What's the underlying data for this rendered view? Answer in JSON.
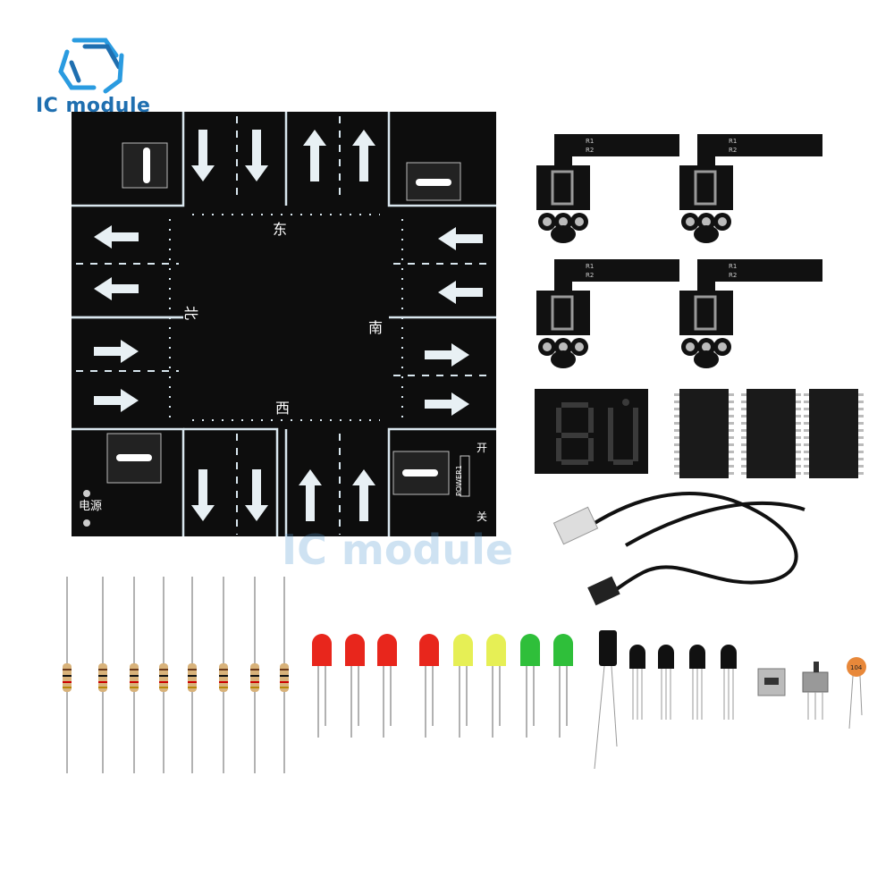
{
  "brand": {
    "logo_text": "IC module",
    "watermark_text": "IC module"
  },
  "board": {
    "direction_labels": {
      "north": "北",
      "east": "东",
      "south": "南",
      "west": "西"
    },
    "power_label": "电源",
    "switch_label": "POWER1",
    "switch_on": "开",
    "switch_off": "关"
  },
  "modules": {
    "resistor_labels": [
      "R1",
      "R2"
    ]
  },
  "parts": {
    "capacitor_code": "104",
    "led_colors": [
      "#e8261c",
      "#e8261c",
      "#e8261c",
      "#e8261c",
      "#e6ef55",
      "#e6ef55",
      "#2fbf3a",
      "#2fbf3a"
    ],
    "resistor_count": 8,
    "transistor_count": 4,
    "ic_count": 3
  },
  "colors": {
    "board": "#0d0d0d",
    "marking": "#d8e6ee",
    "logo": "#1f6fb0"
  }
}
